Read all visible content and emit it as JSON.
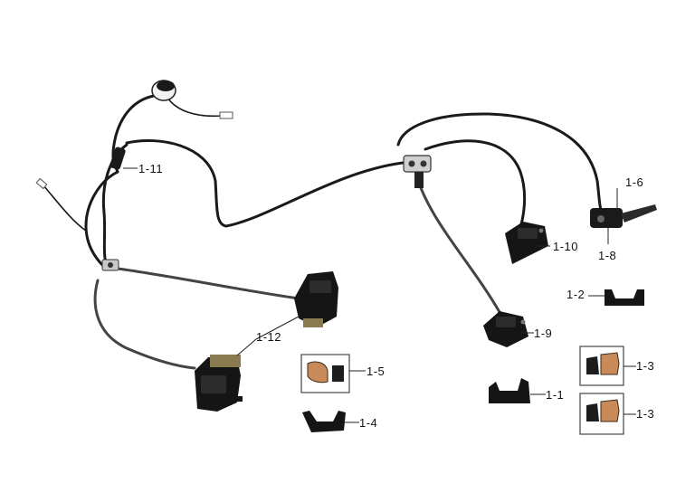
{
  "diagram": {
    "type": "exploded-parts-diagram",
    "subject": "hydraulic brake system",
    "colors": {
      "background": "#ffffff",
      "hose": "#1a1a1a",
      "caliper": "#151515",
      "pad": "#c98a5a",
      "box": "#444444"
    },
    "callouts": [
      {
        "id": "c-1-1",
        "label": "1-1"
      },
      {
        "id": "c-1-2",
        "label": "1-2"
      },
      {
        "id": "c-1-3a",
        "label": "1-3"
      },
      {
        "id": "c-1-3b",
        "label": "1-3"
      },
      {
        "id": "c-1-4",
        "label": "1-4"
      },
      {
        "id": "c-1-5",
        "label": "1-5"
      },
      {
        "id": "c-1-6",
        "label": "1-6"
      },
      {
        "id": "c-1-8",
        "label": "1-8"
      },
      {
        "id": "c-1-9",
        "label": "1-9"
      },
      {
        "id": "c-1-10",
        "label": "1-10"
      },
      {
        "id": "c-1-11",
        "label": "1-11"
      },
      {
        "id": "c-1-12",
        "label": "1-12"
      }
    ]
  }
}
